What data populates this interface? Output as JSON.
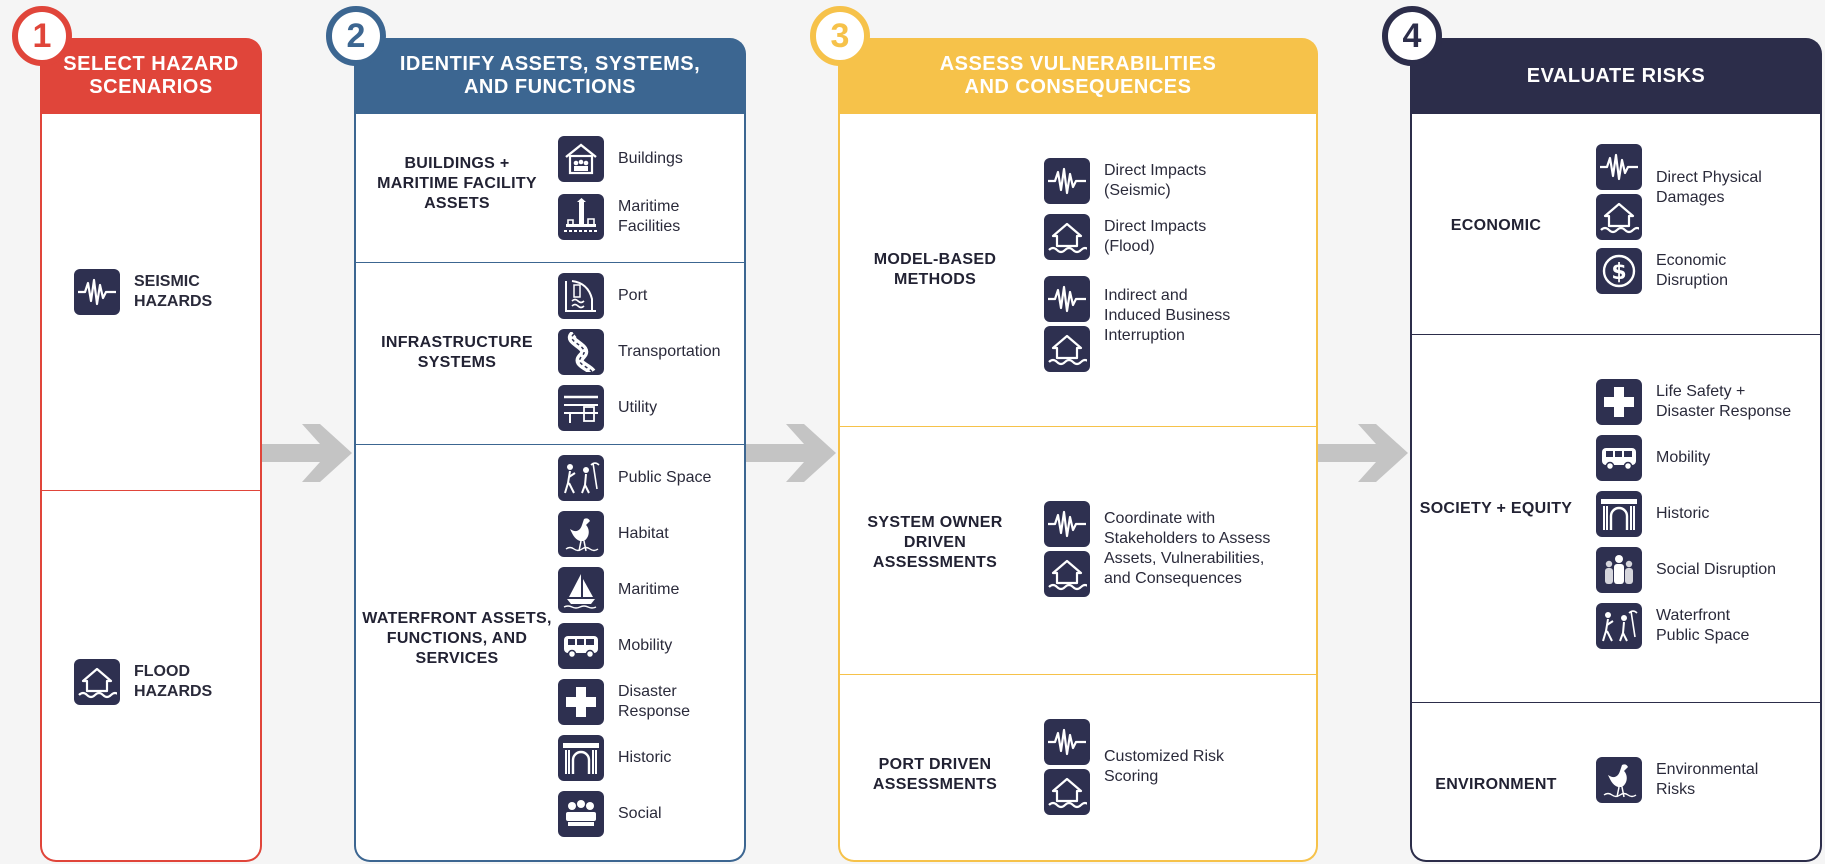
{
  "colors": {
    "step1": "#e0453a",
    "step2": "#3c6691",
    "step3": "#f6c24a",
    "step4": "#2c2d4a",
    "icon": "#2e3050",
    "arrow": "#c4c4c4"
  },
  "steps": [
    {
      "number": "1",
      "title": "SELECT HAZARD\nSCENARIOS",
      "items": [
        {
          "icon": "seismic-icon",
          "label": "SEISMIC\nHAZARDS"
        },
        {
          "icon": "flood-icon",
          "label": "FLOOD\nHAZARDS"
        }
      ]
    },
    {
      "number": "2",
      "title": "IDENTIFY ASSETS, SYSTEMS,\nAND FUNCTIONS",
      "sections": [
        {
          "label": "BUILDINGS +\nMARITIME\nFACILITY ASSETS",
          "items": [
            {
              "icon": "buildings-icon",
              "label": "Buildings"
            },
            {
              "icon": "maritime-facilities-icon",
              "label": "Maritime\nFacilities"
            }
          ]
        },
        {
          "label": "INFRASTRUCTURE\nSYSTEMS",
          "items": [
            {
              "icon": "port-icon",
              "label": "Port"
            },
            {
              "icon": "transportation-icon",
              "label": "Transportation"
            },
            {
              "icon": "utility-icon",
              "label": "Utility"
            }
          ]
        },
        {
          "label": "WATERFRONT\nASSETS,\nFUNCTIONS, AND\nSERVICES",
          "items": [
            {
              "icon": "public-space-icon",
              "label": "Public Space"
            },
            {
              "icon": "habitat-icon",
              "label": "Habitat"
            },
            {
              "icon": "maritime-icon",
              "label": "Maritime"
            },
            {
              "icon": "mobility-icon",
              "label": "Mobility"
            },
            {
              "icon": "disaster-response-icon",
              "label": "Disaster\nResponse"
            },
            {
              "icon": "historic-icon",
              "label": "Historic"
            },
            {
              "icon": "social-icon",
              "label": "Social"
            }
          ]
        }
      ]
    },
    {
      "number": "3",
      "title": "ASSESS VULNERABILITIES\nAND CONSEQUENCES",
      "sections": [
        {
          "label": "MODEL-BASED\nMETHODS",
          "items": [
            {
              "icons": [
                "seismic-icon"
              ],
              "label": "Direct Impacts\n(Seismic)"
            },
            {
              "icons": [
                "flood-icon"
              ],
              "label": "Direct Impacts\n(Flood)"
            },
            {
              "icons": [
                "seismic-icon",
                "flood-icon"
              ],
              "label": "Indirect and\nInduced Business\nInterruption"
            }
          ]
        },
        {
          "label": "SYSTEM OWNER\nDRIVEN\nASSESSMENTS",
          "items": [
            {
              "icons": [
                "seismic-icon",
                "flood-icon"
              ],
              "label": "Coordinate with\nStakeholders to Assess\nAssets, Vulnerabilities,\nand Consequences"
            }
          ]
        },
        {
          "label": "PORT DRIVEN\nASSESSMENTS",
          "items": [
            {
              "icons": [
                "seismic-icon",
                "flood-icon"
              ],
              "label": "Customized Risk\nScoring"
            }
          ]
        }
      ]
    },
    {
      "number": "4",
      "title": "EVALUATE RISKS",
      "sections": [
        {
          "label": "ECONOMIC",
          "items": [
            {
              "icons": [
                "seismic-icon",
                "flood-icon"
              ],
              "label": "Direct Physical\nDamages"
            },
            {
              "icons": [
                "dollar-icon"
              ],
              "label": "Economic\nDisruption"
            }
          ]
        },
        {
          "label": "SOCIETY +\nEQUITY",
          "items": [
            {
              "icons": [
                "medical-cross-icon"
              ],
              "label": "Life Safety +\nDisaster Response"
            },
            {
              "icons": [
                "mobility-icon"
              ],
              "label": "Mobility"
            },
            {
              "icons": [
                "historic-icon"
              ],
              "label": "Historic"
            },
            {
              "icons": [
                "social-disruption-icon"
              ],
              "label": "Social Disruption"
            },
            {
              "icons": [
                "public-space-icon"
              ],
              "label": "Waterfront\nPublic Space"
            }
          ]
        },
        {
          "label": "ENVIRONMENT",
          "items": [
            {
              "icons": [
                "habitat-icon"
              ],
              "label": "Environmental\nRisks"
            }
          ]
        }
      ]
    }
  ]
}
